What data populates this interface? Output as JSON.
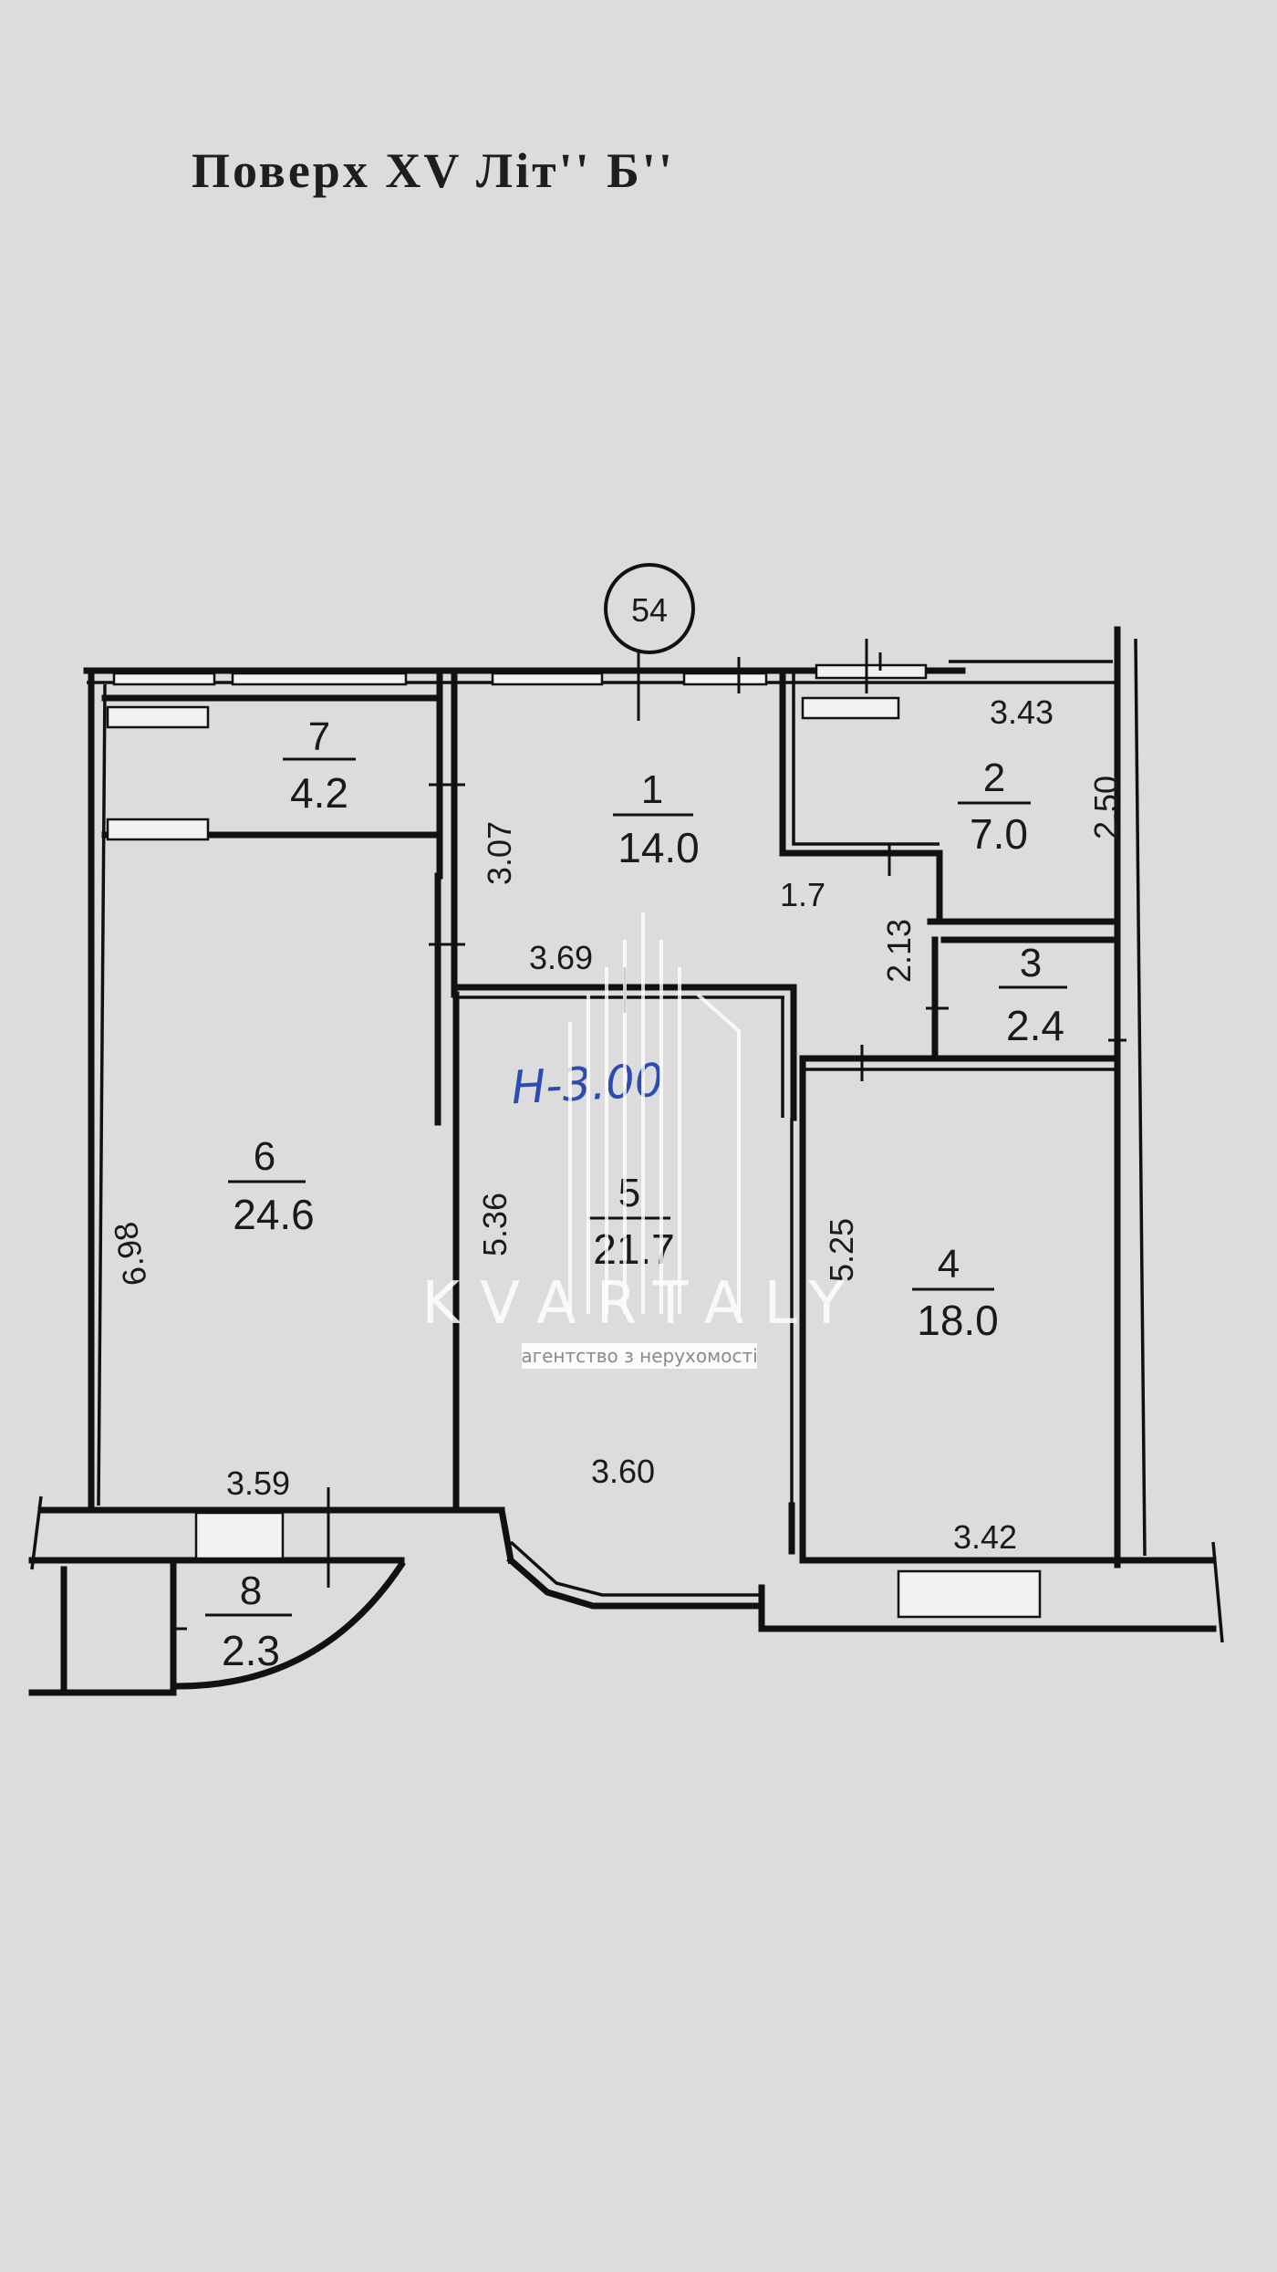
{
  "title": "Поверх  XV  Літ'' Б''",
  "axis_marker": "54",
  "note": "Н-3.00",
  "watermark": {
    "brand": "KVARTALY",
    "subtitle": "агентство з нерухомості"
  },
  "rooms": [
    {
      "number": "1",
      "area": "14.0"
    },
    {
      "number": "2",
      "area": "7.0"
    },
    {
      "number": "3",
      "area": "2.4"
    },
    {
      "number": "4",
      "area": "18.0"
    },
    {
      "number": "5",
      "area": "21.7"
    },
    {
      "number": "6",
      "area": "24.6"
    },
    {
      "number": "7",
      "area": "4.2"
    },
    {
      "number": "8",
      "area": "2.3"
    }
  ],
  "dimensions": {
    "d_3_43": "3.43",
    "d_2_50": "2.50",
    "d_3_07": "3.07",
    "d_1_7": "1.7",
    "d_3_69": "3.69",
    "d_2_13": "2.13",
    "d_6_98": "6.98",
    "d_5_36": "5.36",
    "d_5_25": "5.25",
    "d_3_59": "3.59",
    "d_3_60": "3.60",
    "d_3_42": "3.42"
  }
}
